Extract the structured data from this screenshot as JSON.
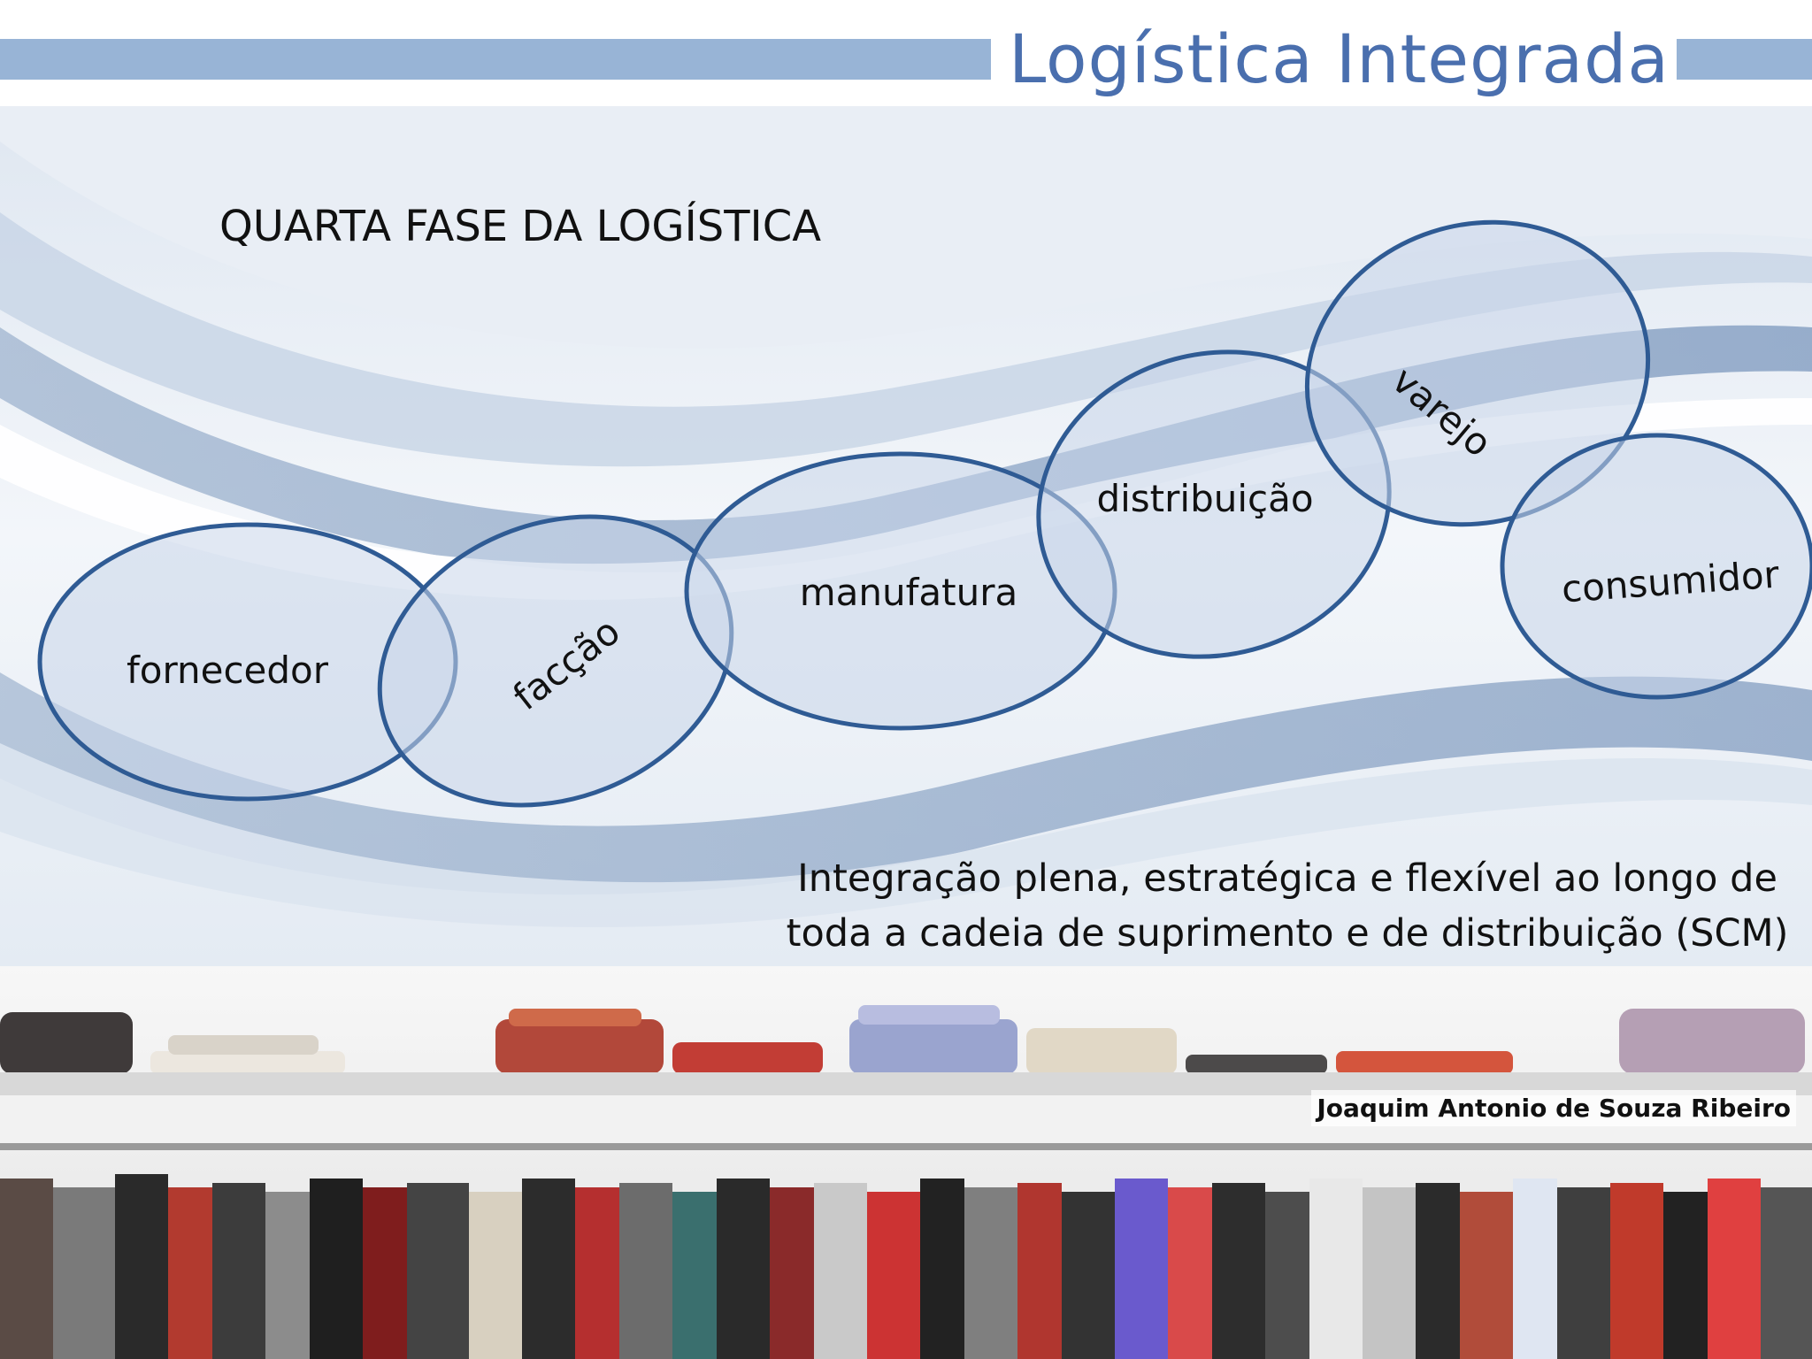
{
  "header": {
    "title": "Logística Integrada"
  },
  "phase_title": "QUARTA FASE DA LOGÍSTICA",
  "diagram": {
    "nodes": [
      {
        "label": "fornecedor"
      },
      {
        "label": "facção"
      },
      {
        "label": "manufatura"
      },
      {
        "label": "distribuição"
      },
      {
        "label": "varejo"
      },
      {
        "label": "consumidor"
      }
    ]
  },
  "summary": {
    "line1": "Integração plena, estratégica e flexível ao longo de",
    "line2": "toda a cadeia de suprimento e de distribuição (SCM)"
  },
  "author": "Joaquim Antonio de Souza Ribeiro",
  "colors": {
    "header_bar": "#98b4d6",
    "title": "#4a6fae",
    "ellipse_stroke": "#2f5b94",
    "ellipse_fill": "#c8d6ea"
  }
}
